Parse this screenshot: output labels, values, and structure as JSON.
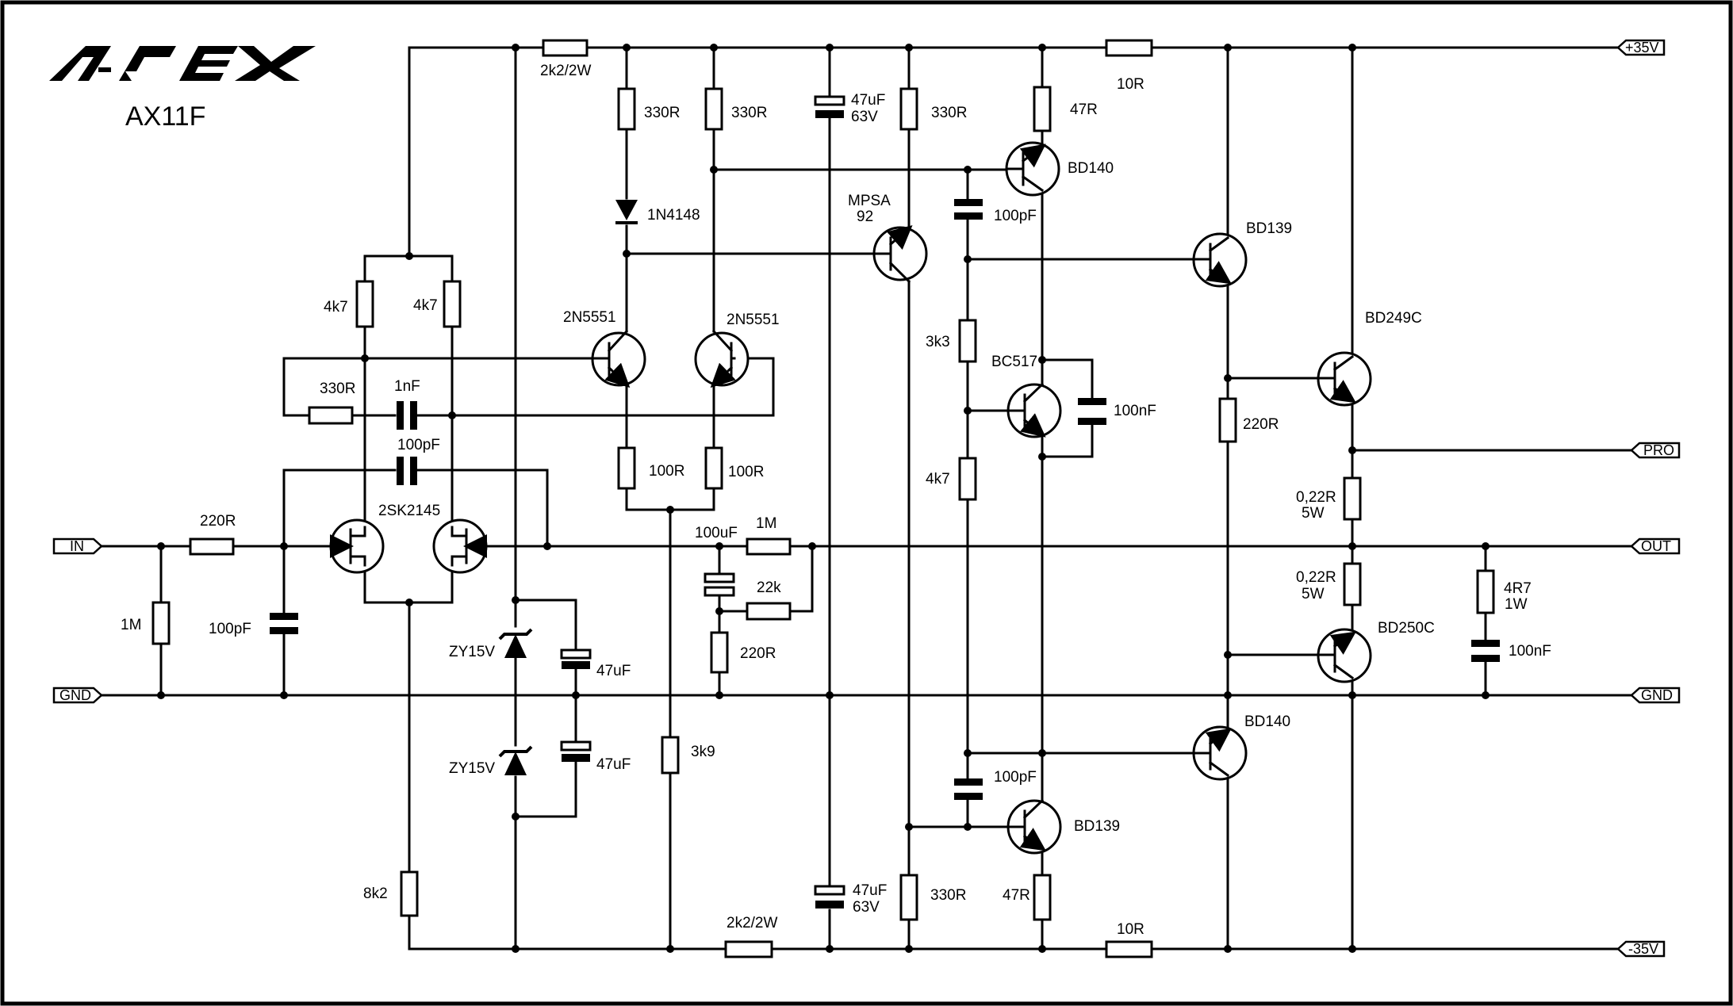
{
  "brand": {
    "logo_text": "APEX",
    "model": "AX11F"
  },
  "ports": {
    "in": "IN",
    "gnd_left": "GND",
    "pos_supply": "+35V",
    "pro": "PRO",
    "out": "OUT",
    "gnd_right": "GND",
    "neg_supply": "-35V"
  },
  "components": {
    "r_top_2k2": "2k2/2W",
    "r_bot_2k2": "2k2/2W",
    "r_330_a": "330R",
    "r_330_b": "330R",
    "r_330_c": "330R",
    "r_330_d": "330R",
    "r_330_fb": "330R",
    "c_47u_top": "47uF",
    "c_47u_top_v": "63V",
    "c_47u_bot": "47uF",
    "c_47u_bot_v": "63V",
    "r_47_top": "47R",
    "r_47_bot": "47R",
    "r_10_top": "10R",
    "r_10_bot": "10R",
    "q_bd140_top": "BD140",
    "q_bd140_bot": "BD140",
    "d_1n4148": "1N4148",
    "q_mpsa_1": "MPSA",
    "q_mpsa_2": "92",
    "c_100p_vas": "100pF",
    "q_bd139_top": "BD139",
    "q_bd139_bot": "BD139",
    "r_4k7_l": "4k7",
    "r_4k7_r": "4k7",
    "r_4k7_vbe": "4k7",
    "q_2n5551_l": "2N5551",
    "q_2n5551_r": "2N5551",
    "r_3k3": "3k3",
    "q_bc517": "BC517",
    "c_100n_bias": "100nF",
    "q_bd249c": "BD249C",
    "c_1n": "1nF",
    "c_100p_fet": "100pF",
    "r_100_l": "100R",
    "r_100_r": "100R",
    "r_220_drv": "220R",
    "q_2sk2145": "2SK2145",
    "r_220_in": "220R",
    "c_100u": "100uF",
    "r_1m_fb": "1M",
    "r_022_top": "0,22R",
    "r_022_top_w": "5W",
    "r_022_bot": "0,22R",
    "r_022_bot_w": "5W",
    "r_1m_in": "1M",
    "c_100p_in": "100pF",
    "r_22k": "22k",
    "r_4r7": "4R7",
    "r_4r7_w": "1W",
    "z_15v_a": "ZY15V",
    "z_15v_b": "ZY15V",
    "c_47u_z1": "47uF",
    "c_47u_z2": "47uF",
    "r_220_fb": "220R",
    "q_bd250c": "BD250C",
    "c_100n_zobel": "100nF",
    "r_3k9": "3k9",
    "c_100p_bot": "100pF",
    "r_8k2": "8k2"
  }
}
